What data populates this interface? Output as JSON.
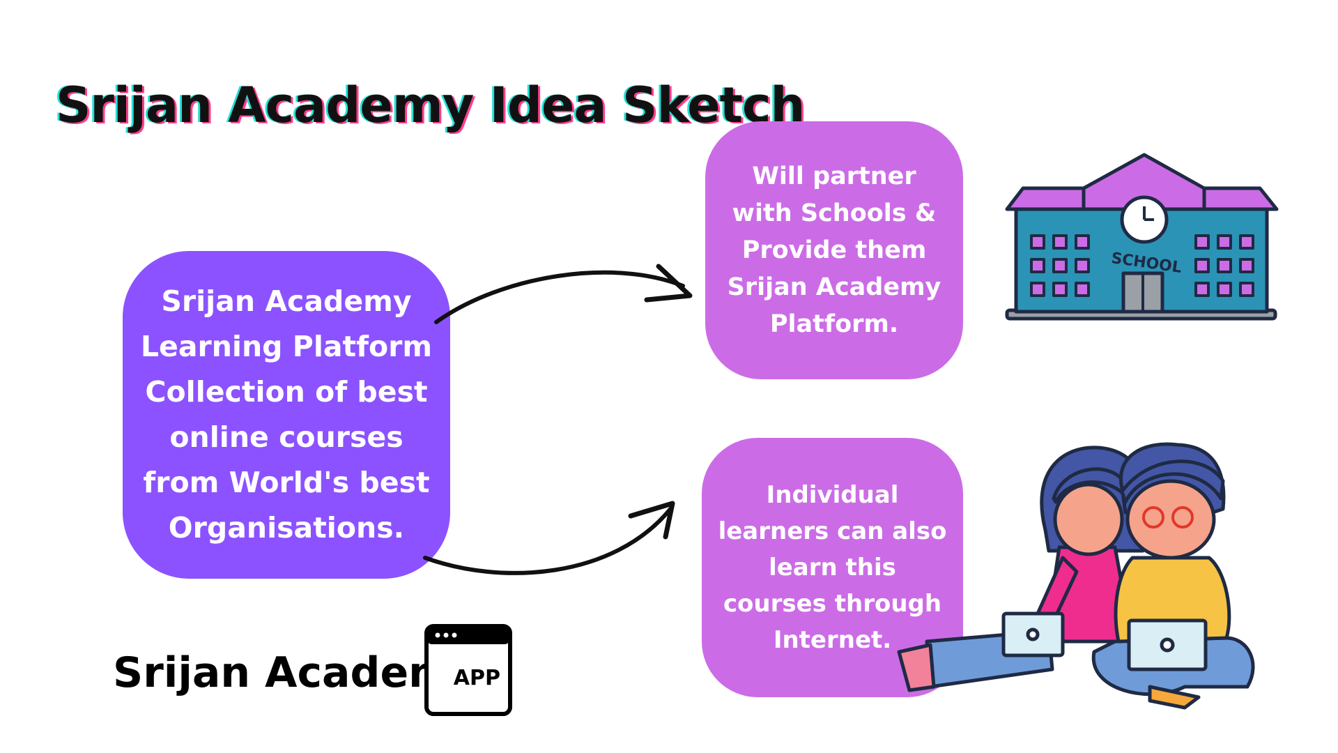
{
  "title": "Srijan Academy Idea Sketch",
  "main_box": {
    "lines": [
      "Srijan Academy",
      "Learning Platform",
      "Collection of best",
      "online courses",
      "from World's best",
      "Organisations."
    ],
    "color": "#8c52ff"
  },
  "schools_box": {
    "lines": [
      "Will partner",
      "with Schools &",
      "Provide them",
      "Srijan Academy",
      "Platform."
    ],
    "color": "#cb6ce6"
  },
  "learners_box": {
    "lines": [
      "Individual",
      "learners can also",
      "learn this",
      "courses through",
      "Internet."
    ],
    "color": "#cb6ce6"
  },
  "school_illustration": {
    "sign": "SCHOOL",
    "icon": "school-building-icon"
  },
  "learners_illustration": {
    "icon": "students-with-laptops-icon"
  },
  "brand": {
    "name": "Srijan Academy",
    "app_label": "APP",
    "icon": "app-window-icon"
  }
}
